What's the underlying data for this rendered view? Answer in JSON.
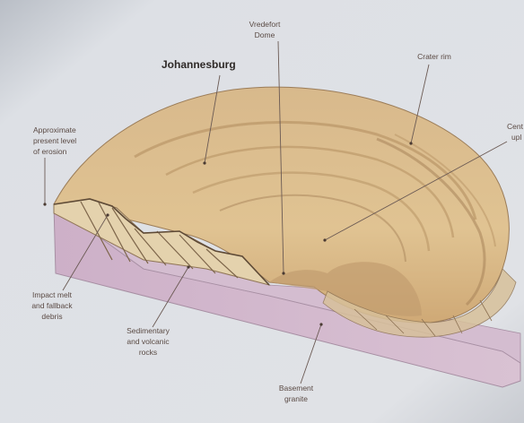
{
  "title": "Johannesburg",
  "labels": {
    "vredefort_dome": [
      "Vredefort",
      "Dome"
    ],
    "crater_rim": [
      "Crater rim"
    ],
    "central_uplift": [
      "Cent",
      "upl"
    ],
    "erosion_level": [
      "Approximate",
      "present level",
      "of erosion"
    ],
    "impact_melt": [
      "Impact melt",
      "and fallback",
      "debris"
    ],
    "sedimentary": [
      "Sedimentary",
      "and volcanic",
      "rocks"
    ],
    "basement": [
      "Basement",
      "granite"
    ]
  },
  "colors": {
    "page": "#dcdfe4",
    "dome_top": "#d9b88a",
    "dome_layer": "#b79468",
    "cross_section": "#e2cfa9",
    "basement": "#cdb1c6",
    "text": "#5a4a44"
  }
}
